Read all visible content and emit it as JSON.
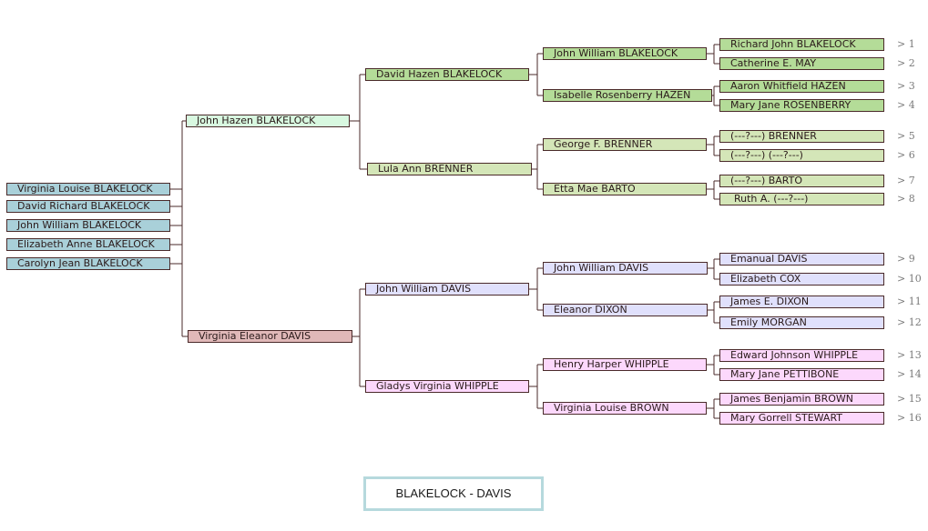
{
  "caption": "BLAKELOCK - DAVIS",
  "siblings": [
    "Virginia Louise BLAKELOCK",
    "David Richard BLAKELOCK",
    "John William BLAKELOCK",
    "Elizabeth Anne BLAKELOCK",
    "Carolyn Jean BLAKELOCK"
  ],
  "parents": {
    "father": "John Hazen BLAKELOCK",
    "mother": "Virginia Eleanor DAVIS"
  },
  "grandparents": [
    "David Hazen BLAKELOCK",
    "Lula Ann BRENNER",
    "John William DAVIS",
    "Gladys Virginia WHIPPLE"
  ],
  "great_grandparents": [
    "John William BLAKELOCK",
    "Isabelle Rosenberry HAZEN",
    "George F. BRENNER",
    "Etta Mae BARTO",
    "John William DAVIS",
    "Eleanor DIXON",
    "Henry Harper WHIPPLE",
    "Virginia Louise BROWN"
  ],
  "gg_grandparents": [
    {
      "name": "Richard John BLAKELOCK",
      "link": "> 1"
    },
    {
      "name": "Catherine E. MAY",
      "link": "> 2"
    },
    {
      "name": "Aaron Whitfield HAZEN",
      "link": "> 3"
    },
    {
      "name": "Mary Jane ROSENBERRY",
      "link": "> 4"
    },
    {
      "name": "(---?---) BRENNER",
      "link": "> 5"
    },
    {
      "name": "(---?---) (---?---)",
      "link": "> 6"
    },
    {
      "name": "(---?---) BARTO",
      "link": "> 7"
    },
    {
      "name": "Ruth A.  (---?---)",
      "link": "> 8"
    },
    {
      "name": "Emanual DAVIS",
      "link": "> 9"
    },
    {
      "name": "Elizabeth COX",
      "link": "> 10"
    },
    {
      "name": "James E. DIXON",
      "link": "> 11"
    },
    {
      "name": "Emily MORGAN",
      "link": "> 12"
    },
    {
      "name": "Edward Johnson WHIPPLE",
      "link": "> 13"
    },
    {
      "name": "Mary Jane PETTIBONE",
      "link": "> 14"
    },
    {
      "name": "James Benjamin BROWN",
      "link": "> 15"
    },
    {
      "name": "Mary Gorrell STEWART",
      "link": "> 16"
    }
  ],
  "colors": {
    "siblings": "#a9d0d9",
    "father": "#d8f8e0",
    "mother": "#e0b8b8",
    "blakelock_line": "#b4dc98",
    "brenner_line": "#d4e6b8",
    "davis_line": "#e0e0fc",
    "whipple_line": "#fcd8fc",
    "connector": "#4a2a2a"
  }
}
